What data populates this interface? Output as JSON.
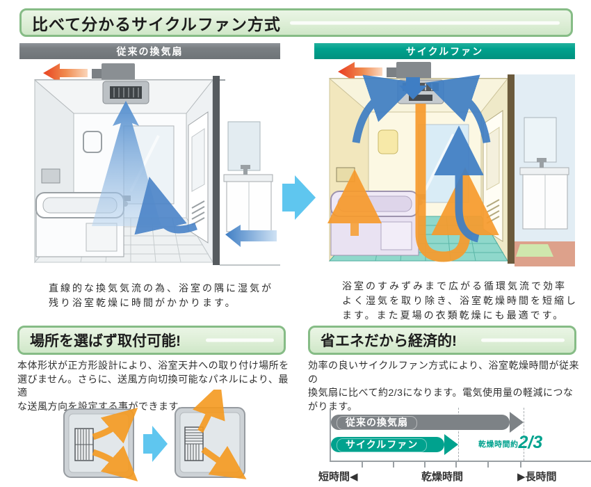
{
  "title": {
    "text": "比べて分かるサイクルファン方式"
  },
  "comparison": {
    "left": {
      "header": "従来の換気扇",
      "header_color": "#7d8286",
      "caption": "直線的な換気気流の為、浴室の隅に湿気が\n残り浴室乾燥に時間がかかります。"
    },
    "right": {
      "header": "サイクルファン",
      "header_color": "#00a28e",
      "caption": "浴室のすみずみまで広がる循環気流で効率\nよく湿気を取り除き、浴室乾燥時間を短縮し\nます。また夏場の衣類乾燥にも最適です。"
    }
  },
  "sections": {
    "install": {
      "title": "場所を選ばず取付可能!",
      "body": "本体形状が正方形設計により、浴室天井への取り付け場所を\n選びません。さらに、送風方向切換可能なパネルにより、最適\nな送風方向を設定する事ができます。"
    },
    "eco": {
      "title": "省エネだから経済的!",
      "body": "効率の良いサイクルファン方式により、浴室乾燥時間が従来の\n換気扇に比べて約2/3になります。電気使用量の軽減につな\nがります。"
    }
  },
  "chart_data": {
    "type": "bar",
    "orientation": "horizontal",
    "series": [
      {
        "name": "従来の換気扇",
        "value_fraction": 0.74,
        "color": "#7d8286"
      },
      {
        "name": "サイクルファン",
        "value_fraction": 0.49,
        "color": "#00a28e"
      }
    ],
    "relative_note": "サイクルファンの乾燥時間は従来の換気扇の約2/3",
    "annotation": {
      "prefix": "乾燥時間約",
      "value": "2/3",
      "color": "#00a28e"
    },
    "axis": {
      "left_label": "短時間◀",
      "center_label": "乾燥時間",
      "right_label": "▶長時間"
    },
    "guides": [
      0.49,
      0.74
    ],
    "grid": "ticks-bottom",
    "legend": "labels-on-bars"
  },
  "colors": {
    "banner_border": "#86bc86",
    "banner_fill": "#ddeed6",
    "teal": "#00a28e",
    "gray": "#7d8286",
    "orange_flow": "#f79b2d",
    "blue_flow": "#3f7ec4",
    "light_blue_arrow": "#5fc6ef",
    "exhaust_red": "#e83b1f"
  }
}
